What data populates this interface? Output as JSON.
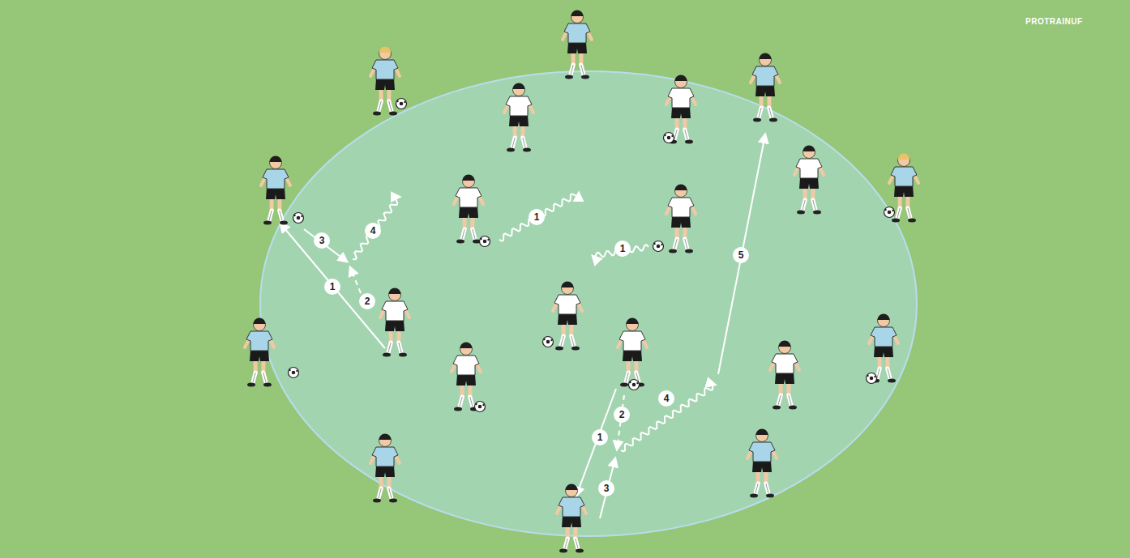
{
  "diagram": {
    "labels": [
      "PROTRAINUF",
      "1",
      "2",
      "3",
      "4",
      "1",
      "1",
      "1",
      "2",
      "3",
      "4",
      "5"
    ]
  }
}
